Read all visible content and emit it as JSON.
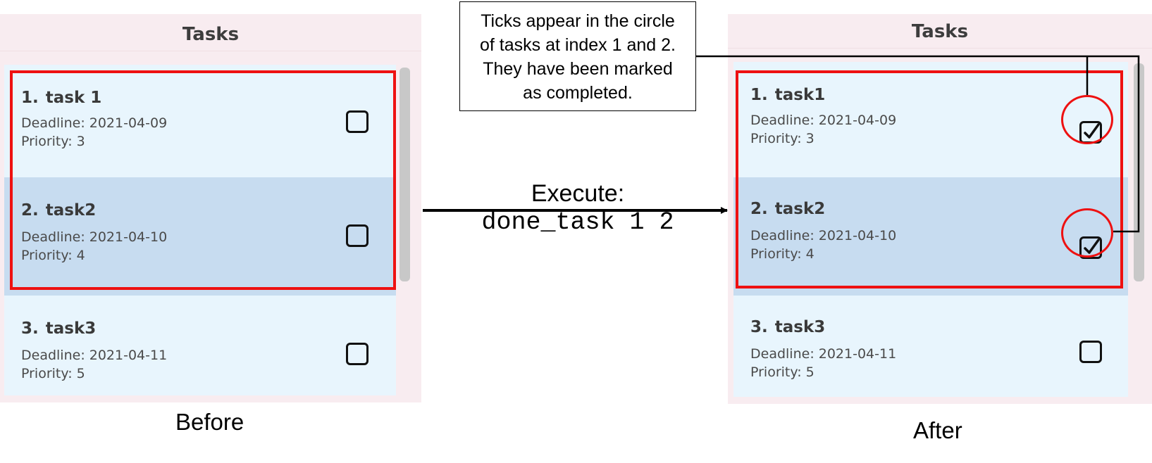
{
  "before": {
    "panel_title": "Tasks",
    "caption": "Before",
    "tasks": [
      {
        "index": "1.",
        "name": "task 1",
        "deadline": "Deadline: 2021-04-09",
        "priority": "Priority: 3",
        "done": false
      },
      {
        "index": "2.",
        "name": "task2",
        "deadline": "Deadline: 2021-04-10",
        "priority": "Priority: 4",
        "done": false
      },
      {
        "index": "3.",
        "name": "task3",
        "deadline": "Deadline: 2021-04-11",
        "priority": "Priority: 5",
        "done": false
      }
    ]
  },
  "after": {
    "panel_title": "Tasks",
    "caption": "After",
    "tasks": [
      {
        "index": "1.",
        "name": "task1",
        "deadline": "Deadline: 2021-04-09",
        "priority": "Priority: 3",
        "done": true
      },
      {
        "index": "2.",
        "name": "task2",
        "deadline": "Deadline: 2021-04-10",
        "priority": "Priority: 4",
        "done": true
      },
      {
        "index": "3.",
        "name": "task3",
        "deadline": "Deadline: 2021-04-11",
        "priority": "Priority: 5",
        "done": false
      }
    ]
  },
  "callout": {
    "lines": [
      "Ticks appear in the circle",
      "of tasks at index 1 and 2.",
      "They have been marked",
      "as completed."
    ]
  },
  "command": {
    "label": "Execute:",
    "text": "done_task 1 2"
  },
  "colors": {
    "panel_bg": "#f8ecf0",
    "row_light": "#e8f5fd",
    "row_selected": "#c7dcf0",
    "highlight_red": "#ee1111",
    "scrollbar": "#c8c8c8"
  },
  "icons": {
    "unchecked": "empty-checkbox-icon",
    "checked": "check-mark-icon"
  }
}
